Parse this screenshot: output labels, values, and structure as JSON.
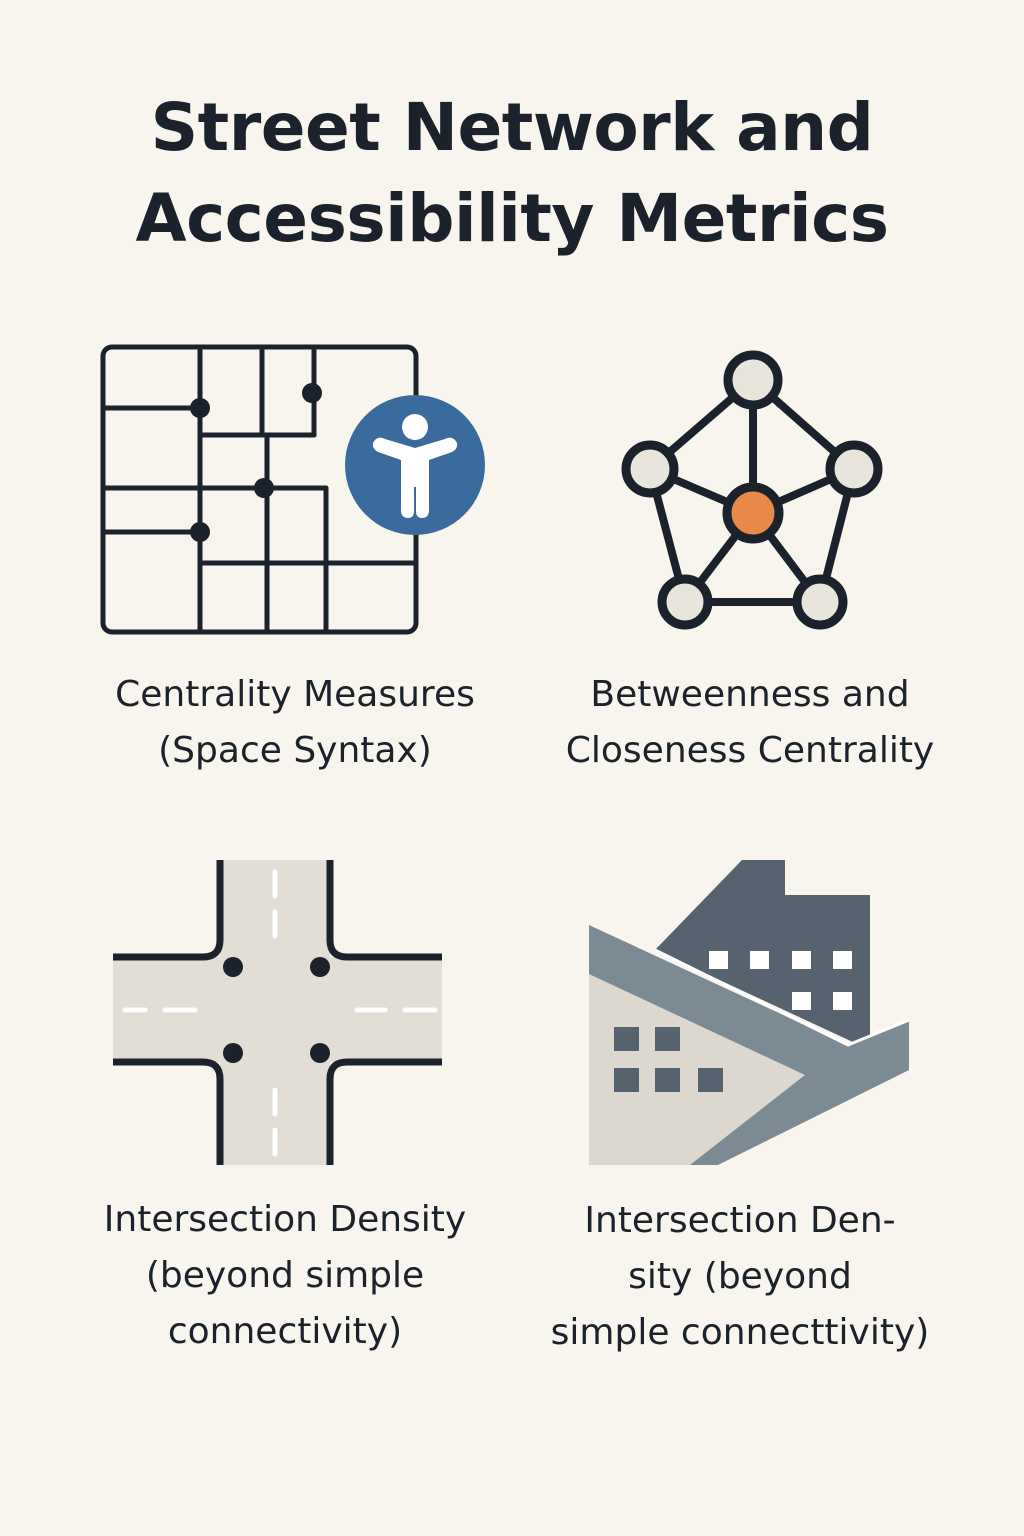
{
  "title": {
    "line1": "Street Network and",
    "line2": "Accessibility Metrics"
  },
  "colors": {
    "background": "#f8f5ee",
    "ink": "#1b222b",
    "accessibility_blue": "#3a6b9c",
    "center_node_orange": "#e8894a",
    "node_fill": "#e8e5dd",
    "road_fill": "#e2ded5",
    "building_dark": "#56626e",
    "building_mid": "#7c8a93",
    "building_light": "#dcd8cf"
  },
  "cards": [
    {
      "icon": "street-grid-accessibility-icon",
      "label_lines": [
        "Centrality Measures",
        "(Space Syntax)"
      ]
    },
    {
      "icon": "network-graph-icon",
      "label_lines": [
        "Betweenness and",
        "Closeness Centrality"
      ]
    },
    {
      "icon": "intersection-icon",
      "label_lines": [
        "Intersection Density",
        "(beyond simple",
        "connectivity)"
      ]
    },
    {
      "icon": "buildings-icon",
      "label_lines": [
        "Intersection Den-",
        "sity (beyond",
        "simple connecttivity)"
      ]
    }
  ]
}
